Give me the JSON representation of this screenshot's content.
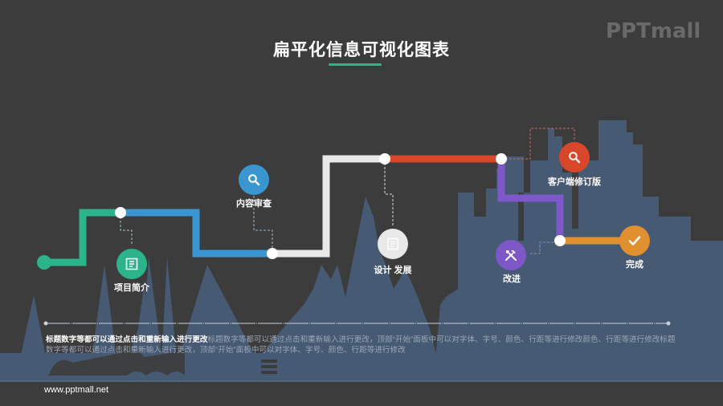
{
  "header": {
    "title": "扁平化信息可视化图表",
    "logo": "PPTmall",
    "underline_color": "#2bb38a"
  },
  "diagram": {
    "type": "flat process roadmap",
    "steps": [
      {
        "label": "项目简介",
        "icon": "document-icon",
        "color": "#2bb38a"
      },
      {
        "label": "内容审查",
        "icon": "search-icon",
        "color": "#3a96d0"
      },
      {
        "label": "设计 发展",
        "icon": "document-icon",
        "color": "#e8e8e8"
      },
      {
        "label": "客户端修订版",
        "icon": "search-icon",
        "color": "#d9472b"
      },
      {
        "label": "改进",
        "icon": "tools-icon",
        "color": "#7e57c9"
      },
      {
        "label": "完成",
        "icon": "checkmark-icon",
        "color": "#e0902f"
      }
    ]
  },
  "description": {
    "bold": "标题数字等都可以通过点击和重新输入进行更改",
    "text": "标题数字等都可以通过点击和重新输入进行更改，顶部“开始”面板中可以对字体、字号、颜色、行距等进行修改颜色、行距等进行修改标题数字等都可以通过点击和重新输入进行更改，顶部“开始”面板中可以对字体、字号、颜色、行距等进行修改"
  },
  "footer": {
    "url": "www.pptmall.net"
  },
  "colors": {
    "background": "#3c3c3c",
    "skyline": "#465a73",
    "white_dot": "#ffffff"
  }
}
